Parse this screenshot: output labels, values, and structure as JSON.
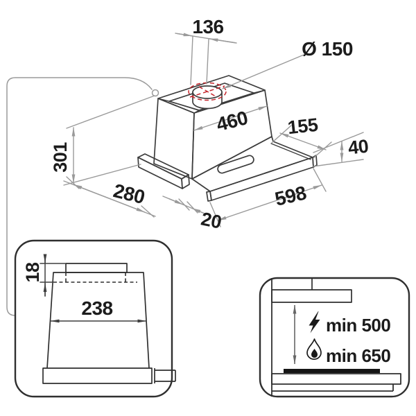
{
  "diagram": {
    "background": "#ffffff",
    "object_line_color": "#3c3c3c",
    "dimension_line_color": "#9a9a9a",
    "text_color": "#1c1c1c",
    "red_accent": "#c5262c",
    "main_view": {
      "description": "isometric cooker hood dimension drawing",
      "dim_top_duct_width": "136",
      "dim_duct_diameter": "Ø 150",
      "dim_body_width": "460",
      "dim_visor_extension": "155",
      "dim_visor_height": "40",
      "dim_height": "301",
      "dim_depth": "280",
      "dim_front_offset": "20",
      "dim_total_width": "598"
    },
    "detail_view": {
      "description": "duct collar front detail",
      "dim_collar_height": "18",
      "dim_collar_width": "238"
    },
    "clearance_view": {
      "description": "installation clearance above hob",
      "electric_icon": "lightning-bolt",
      "electric_clearance": "min 500",
      "gas_icon": "flame",
      "gas_clearance": "min 650"
    }
  }
}
